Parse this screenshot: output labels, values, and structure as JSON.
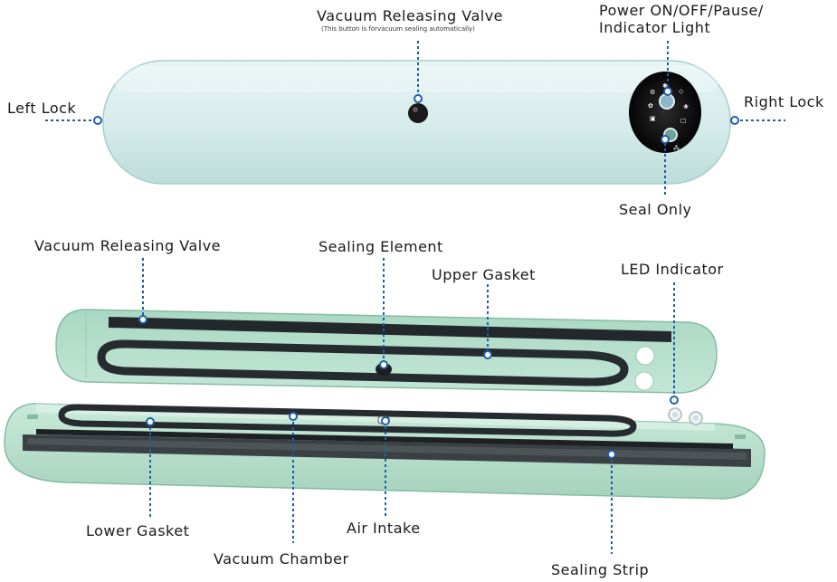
{
  "labels": {
    "vacuum_releasing_valve_top": "Vacuum Releasing Valve",
    "vacuum_releasing_valve_note": "(This button is forvacuum sealing automatically)",
    "power_line1": "Power ON/OFF/Pause/",
    "power_line2": "Indicator Light",
    "left_lock": "Left Lock",
    "right_lock": "Right Lock",
    "seal_only": "Seal Only",
    "vacuum_releasing_valve_inner": "Vacuum Releasing Valve",
    "sealing_element": "Sealing Element",
    "upper_gasket": "Upper Gasket",
    "led_indicator": "LED Indicator",
    "lower_gasket": "Lower Gasket",
    "air_intake": "Air Intake",
    "vacuum_chamber": "Vacuum Chamber",
    "sealing_strip": "Sealing Strip"
  },
  "colors": {
    "leader": "#1f5fa8",
    "device_top": "#d6ecec",
    "device_edge": "#b3d6d4",
    "device_inner": "#b9e2cf",
    "device_inner_shade": "#9fcfb8",
    "gasket": "#2a2e33"
  }
}
